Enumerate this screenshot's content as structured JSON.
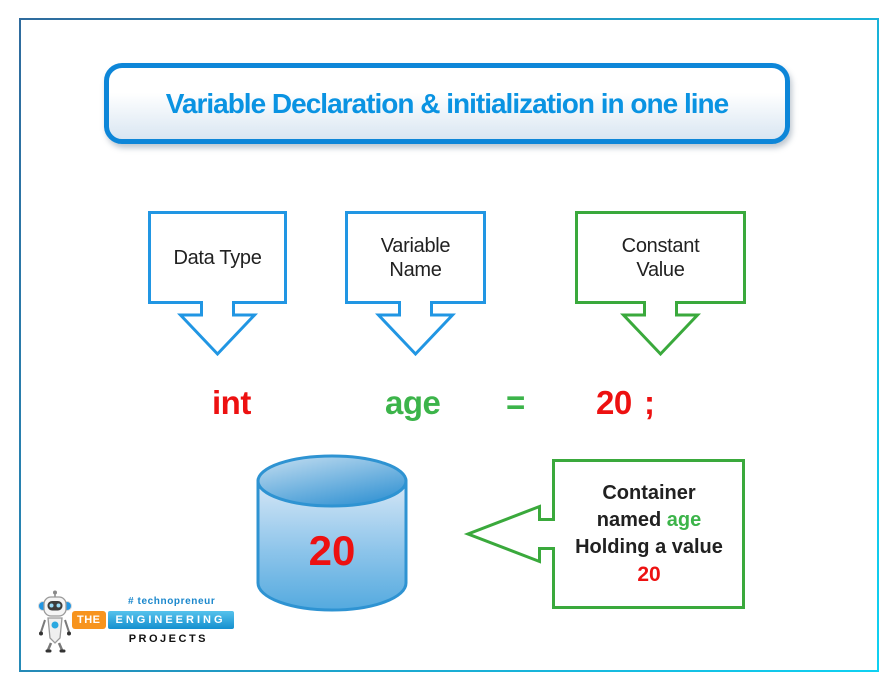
{
  "title": "Variable Declaration & initialization in one line",
  "callouts": {
    "data_type": {
      "label": "Data Type"
    },
    "variable_name": {
      "label": "Variable\nName"
    },
    "constant_value": {
      "label": "Constant\nValue"
    }
  },
  "code": {
    "datatype": "int",
    "variable": "age",
    "equals": "=",
    "value": "20",
    "semicolon": ";"
  },
  "cylinder": {
    "value": "20"
  },
  "container_note": {
    "line1": "Container",
    "line2_prefix": "named",
    "line2_name": "age",
    "line3": "Holding a value",
    "line4": "20"
  },
  "logo": {
    "tagline": "# technopreneur",
    "word_the": "THE",
    "word_engineering": "ENGINEERING",
    "word_projects": "PROJECTS"
  },
  "colors": {
    "accent-blue": "#0a93e2",
    "box-blue": "#2196e3",
    "green": "#3aa93c",
    "text-green": "#3cb44a",
    "red": "#ed1111",
    "dark-text": "#212121",
    "border-start": "#2f6b9d",
    "border-end": "#0fd1f2",
    "orange": "#f7941e"
  }
}
